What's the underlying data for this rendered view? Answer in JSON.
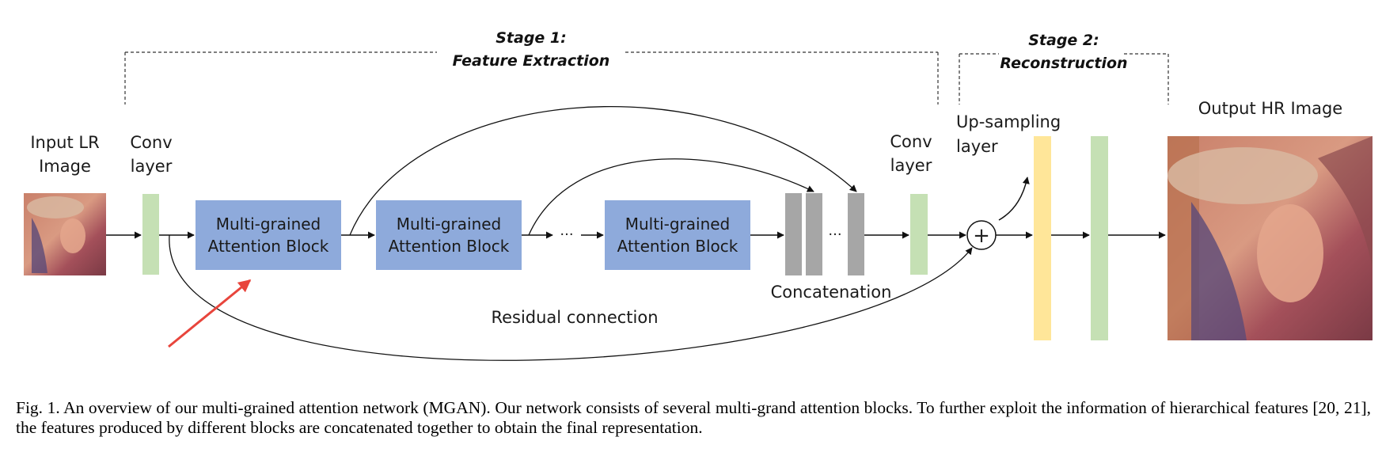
{
  "diagram": {
    "stage1_line1": "Stage 1:",
    "stage1_line2": "Feature Extraction",
    "stage2_line1": "Stage 2:",
    "stage2_line2": "Reconstruction",
    "input_line1": "Input LR",
    "input_line2": "Image",
    "conv1_line1": "Conv",
    "conv1_line2": "layer",
    "block_line1": "Multi-grained",
    "block_line2": "Attention Block",
    "ellipsis": "···",
    "concatenation": "Concatenation",
    "conv2_line1": "Conv",
    "conv2_line2": "layer",
    "upsampling_line1": "Up-sampling",
    "upsampling_line2": "layer",
    "output": "Output HR Image",
    "residual": "Residual connection",
    "plus": "+"
  },
  "colors": {
    "block": "#8eaadb",
    "conv": "#c5e0b4",
    "upsample": "#ffe699",
    "concat": "#a6a6a6",
    "annotation_arrow": "#e8453c"
  },
  "caption": "Fig. 1.  An overview of our multi-grained attention network (MGAN). Our network consists of several multi-grand attention blocks. To further exploit the information of hierarchical features [20, 21], the features produced by different blocks are concatenated together to obtain the final representation."
}
